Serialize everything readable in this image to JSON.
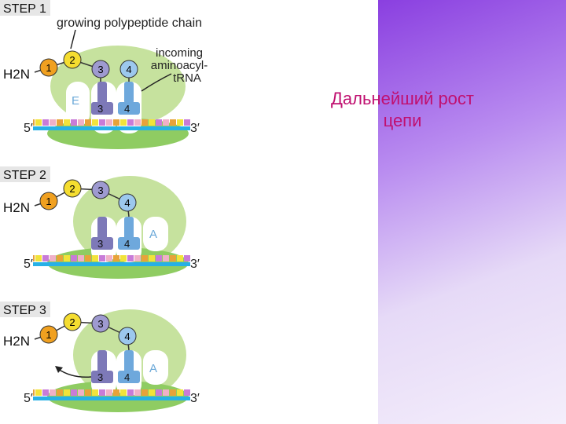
{
  "slide": {
    "title_lines": [
      "Дальнейший рост",
      "цепи"
    ],
    "colors": {
      "title": "#c01070",
      "panel_top": "#8a3fe0",
      "ribosome": "#c6e29e",
      "mrna": "#27b0e6"
    }
  },
  "diagram": {
    "steps": [
      {
        "label": "STEP 1",
        "amino_group": "H2N",
        "chain_label": "growing polypeptide chain",
        "incoming_label_lines": [
          "incoming",
          "aminoacyl-",
          "tRNA"
        ],
        "site_label": "E",
        "residues": [
          "1",
          "2",
          "3",
          "4"
        ],
        "trna_labels": [
          "3",
          "4"
        ],
        "five_prime": "5′",
        "three_prime": "3′"
      },
      {
        "label": "STEP 2",
        "amino_group": "H2N",
        "site_label": "A",
        "residues": [
          "1",
          "2",
          "3",
          "4"
        ],
        "trna_labels": [
          "3",
          "4"
        ],
        "five_prime": "5′",
        "three_prime": "3′"
      },
      {
        "label": "STEP 3",
        "amino_group": "H2N",
        "site_label": "A",
        "residues": [
          "1",
          "2",
          "3",
          "4"
        ],
        "trna_labels": [
          "3",
          "4"
        ],
        "five_prime": "5′",
        "three_prime": "3′"
      }
    ]
  }
}
